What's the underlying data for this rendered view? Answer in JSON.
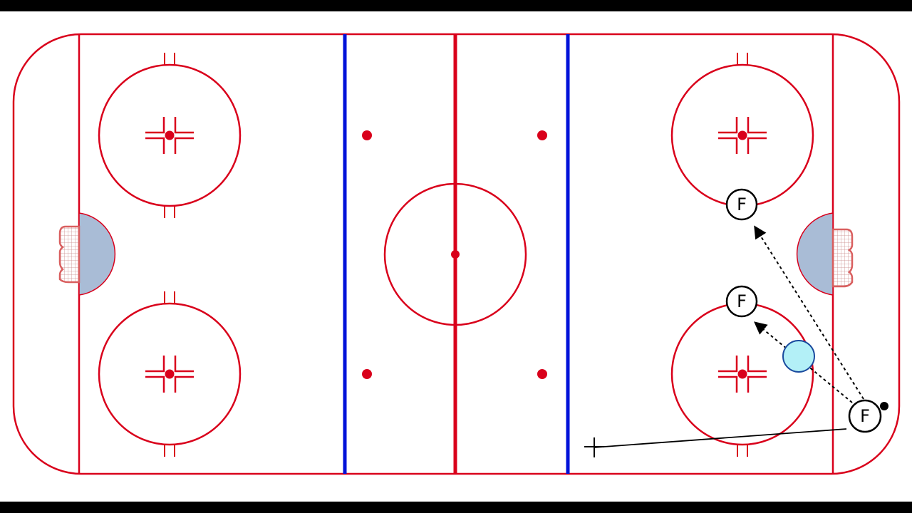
{
  "colors": {
    "rink_line": "#d9001b",
    "blue_line": "#0012d9",
    "crease": "#a9bcd6",
    "puck_carrier_marker": "#b3f0f7",
    "background": "#000000",
    "ice": "#ffffff"
  },
  "players": [
    {
      "id": "f-top",
      "label": "F"
    },
    {
      "id": "f-mid",
      "label": "F"
    },
    {
      "id": "f-puck",
      "label": "F"
    }
  ],
  "icons": [
    "net-icon",
    "puck-icon",
    "cone-icon",
    "stop-marker-icon"
  ]
}
